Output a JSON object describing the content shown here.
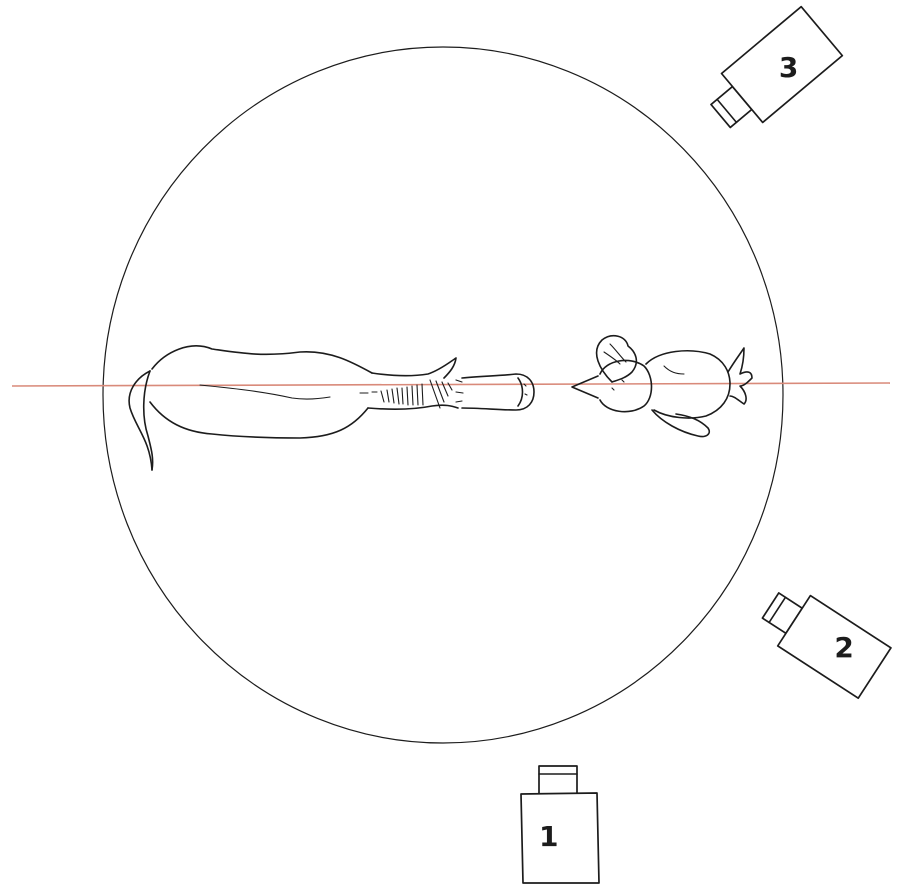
{
  "diagram": {
    "axis_line_color": "#d98a7a",
    "ink_color": "#1c1c1c",
    "subjects": [
      {
        "id": "horse",
        "icon": "horse-top-view-icon"
      },
      {
        "id": "bird",
        "icon": "bird-top-view-icon"
      }
    ],
    "cameras": [
      {
        "id": "camera-1",
        "label": "1",
        "icon": "camera-icon"
      },
      {
        "id": "camera-2",
        "label": "2",
        "icon": "camera-icon"
      },
      {
        "id": "camera-3",
        "label": "3",
        "icon": "camera-icon"
      }
    ]
  }
}
